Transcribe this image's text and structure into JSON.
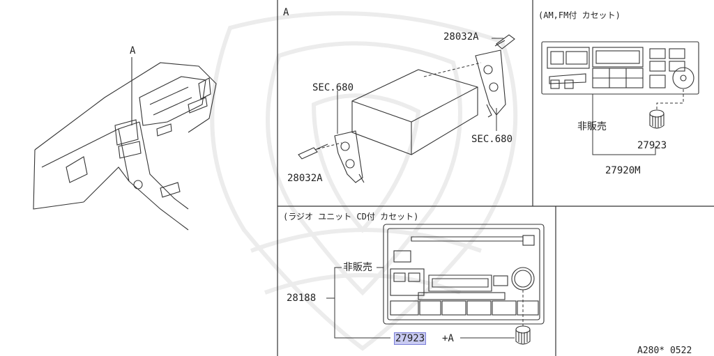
{
  "panel_a": {
    "marker": "A",
    "bolt_label_top": "28032A",
    "bolt_label_bottom": "28032A",
    "sec_label_left": "SEC.680",
    "sec_label_right": "SEC.680"
  },
  "dash_view": {
    "marker": "A"
  },
  "am_fm_panel": {
    "caption": "(AM,FM付 カセット)",
    "not_for_sale": "非販売",
    "knob_part": "27923",
    "unit_part": "27920M"
  },
  "cd_panel": {
    "caption": "(ラジオ ユニット CD付 カセット)",
    "not_for_sale": "非販売",
    "unit_part": "28188",
    "knob_part": "27923",
    "knob_suffix": "+A"
  },
  "diagram_code": "A280* 0522",
  "colors": {
    "line": "#333333",
    "highlight": "#c9cbf2",
    "watermark": "#ececec"
  }
}
